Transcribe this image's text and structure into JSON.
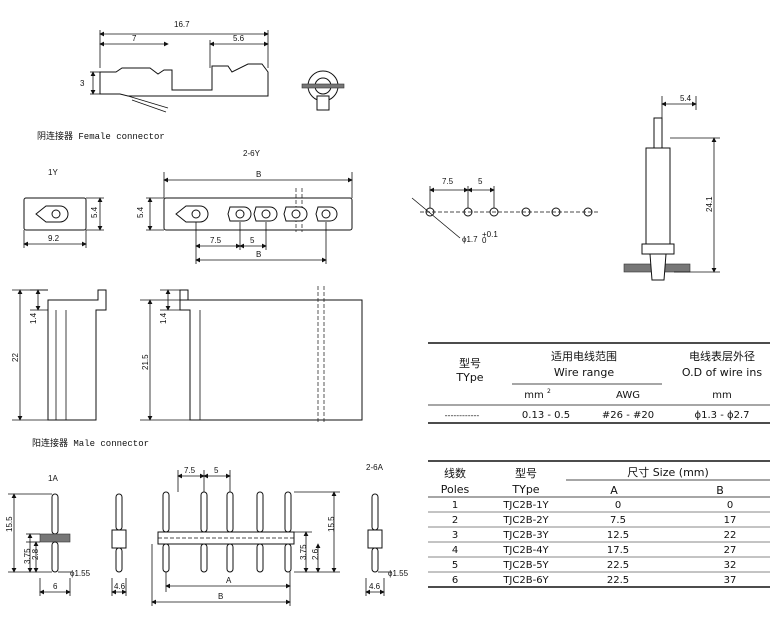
{
  "labels": {
    "female": "阴连接器  Female connector",
    "male": "阳连接器  Male connector"
  },
  "views": {
    "y1": "1Y",
    "y26": "2-6Y",
    "a1": "1A",
    "a26": "2-6A"
  },
  "dims": {
    "d16_7": "16.7",
    "d7": "7",
    "d5_6": "5.6",
    "d3": "3",
    "d5_4": "5.4",
    "d9_2": "9.2",
    "dB": "B",
    "d7_5": "7.5",
    "d5": "5",
    "d1_4": "1.4",
    "d22": "22",
    "d21_5": "21.5",
    "d24_1": "24.1",
    "d_phi17": "ϕ1.7",
    "d_tol_plus": "+0.1",
    "d_tol_zero": "0",
    "d15_5": "15.5",
    "d3_75": "3.75",
    "d2_6": "2.6",
    "d_phi155": "ϕ1.55",
    "d6": "6",
    "d4_6": "4.6",
    "dA": "A"
  },
  "wire_table": {
    "col1_cn": "型号",
    "col1_en": "TYpe",
    "col2_cn": "适用电线范围",
    "col2_en": "Wire range",
    "col3_cn": "电线表层外径",
    "col3_en": "O.D of wire ins",
    "sub_mm2": "mm",
    "sub_sup": "2",
    "sub_awg": "AWG",
    "sub_mm": "mm",
    "row_type": "------------",
    "row_mm2": "0.13 - 0.5",
    "row_awg": "#26 - #20",
    "row_od": "ϕ1.3 - ϕ2.7"
  },
  "size_table": {
    "h_poles_cn": "线数",
    "h_poles_en": "Poles",
    "h_type_cn": "型号",
    "h_type_en": "TYpe",
    "h_size": "尺寸 Size (mm)",
    "h_a": "A",
    "h_b": "B",
    "rows": [
      {
        "poles": "1",
        "type": "TJC2B-1Y",
        "a": "0",
        "b": "0"
      },
      {
        "poles": "2",
        "type": "TJC2B-2Y",
        "a": "7.5",
        "b": "17"
      },
      {
        "poles": "3",
        "type": "TJC2B-3Y",
        "a": "12.5",
        "b": "22"
      },
      {
        "poles": "4",
        "type": "TJC2B-4Y",
        "a": "17.5",
        "b": "27"
      },
      {
        "poles": "5",
        "type": "TJC2B-5Y",
        "a": "22.5",
        "b": "32"
      },
      {
        "poles": "6",
        "type": "TJC2B-6Y",
        "a": "22.5",
        "b": "37"
      }
    ]
  }
}
